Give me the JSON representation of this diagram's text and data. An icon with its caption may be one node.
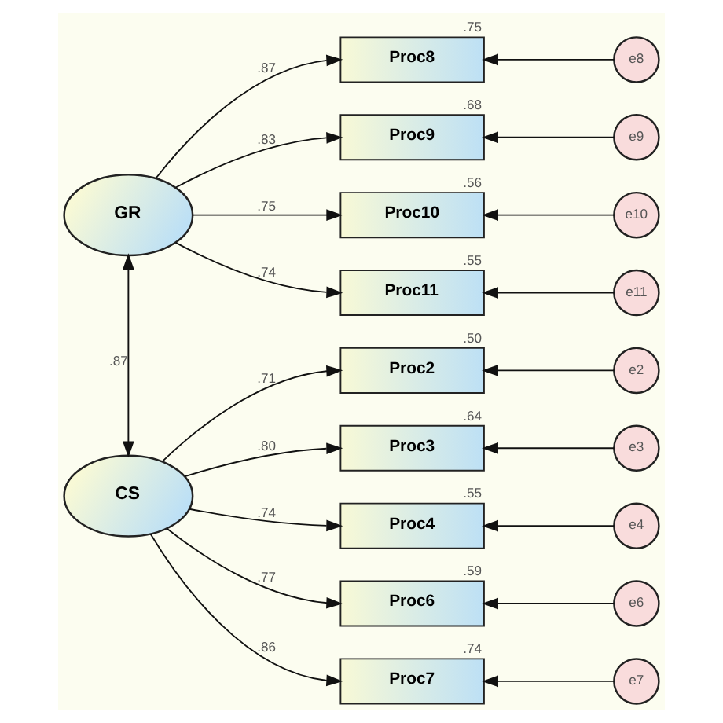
{
  "diagram": {
    "nodes": [
      {
        "text": [
          "GR"
        ]
      },
      {
        "text": [
          "CS"
        ]
      },
      {
        "text": [
          "Proc8"
        ],
        "beside": [
          ".75"
        ]
      },
      {
        "text": [
          "Proc9"
        ],
        "beside": [
          ".68"
        ]
      },
      {
        "text": [
          "Proc10"
        ],
        "beside": [
          ".56"
        ]
      },
      {
        "text": [
          "Proc11"
        ],
        "beside": [
          ".55"
        ]
      },
      {
        "text": [
          "Proc2"
        ],
        "beside": [
          ".50"
        ]
      },
      {
        "text": [
          "Proc3"
        ],
        "beside": [
          ".64"
        ]
      },
      {
        "text": [
          "Proc4"
        ],
        "beside": [
          ".55"
        ]
      },
      {
        "text": [
          "Proc6"
        ],
        "beside": [
          ".59"
        ]
      },
      {
        "text": [
          "Proc7"
        ],
        "beside": [
          ".74"
        ]
      },
      {
        "text": [
          "e8"
        ]
      },
      {
        "text": [
          "e9"
        ]
      },
      {
        "text": [
          "e10"
        ]
      },
      {
        "text": [
          "e11"
        ]
      },
      {
        "text": [
          "e2"
        ]
      },
      {
        "text": [
          "e3"
        ]
      },
      {
        "text": [
          "e4"
        ]
      },
      {
        "text": [
          "e6"
        ]
      },
      {
        "text": [
          "e7"
        ]
      }
    ],
    "edges": [
      {
        "from": 0,
        "to": 1,
        "arrow": "both",
        "label": ".87"
      },
      {
        "from": 0,
        "to": 2,
        "arrow": "to",
        "label": ".87"
      },
      {
        "from": 0,
        "to": 3,
        "arrow": "to",
        "label": ".83"
      },
      {
        "from": 0,
        "to": 4,
        "arrow": "to",
        "label": ".75"
      },
      {
        "from": 0,
        "to": 5,
        "arrow": "to",
        "label": ".74"
      },
      {
        "from": 1,
        "to": 6,
        "arrow": "to",
        "label": ".71"
      },
      {
        "from": 1,
        "to": 7,
        "arrow": "to",
        "label": ".80"
      },
      {
        "from": 1,
        "to": 8,
        "arrow": "to",
        "label": ".74"
      },
      {
        "from": 1,
        "to": 9,
        "arrow": "to",
        "label": ".77"
      },
      {
        "from": 1,
        "to": 10,
        "arrow": "to",
        "label": ".86"
      },
      {
        "from": 11,
        "to": 2,
        "arrow": "to"
      },
      {
        "from": 12,
        "to": 3,
        "arrow": "to"
      },
      {
        "from": 13,
        "to": 4,
        "arrow": "to"
      },
      {
        "from": 14,
        "to": 5,
        "arrow": "to"
      },
      {
        "from": 15,
        "to": 6,
        "arrow": "to"
      },
      {
        "from": 16,
        "to": 7,
        "arrow": "to"
      },
      {
        "from": 17,
        "to": 8,
        "arrow": "to"
      },
      {
        "from": 18,
        "to": 9,
        "arrow": "to"
      },
      {
        "from": 19,
        "to": 10,
        "arrow": "to"
      }
    ]
  }
}
